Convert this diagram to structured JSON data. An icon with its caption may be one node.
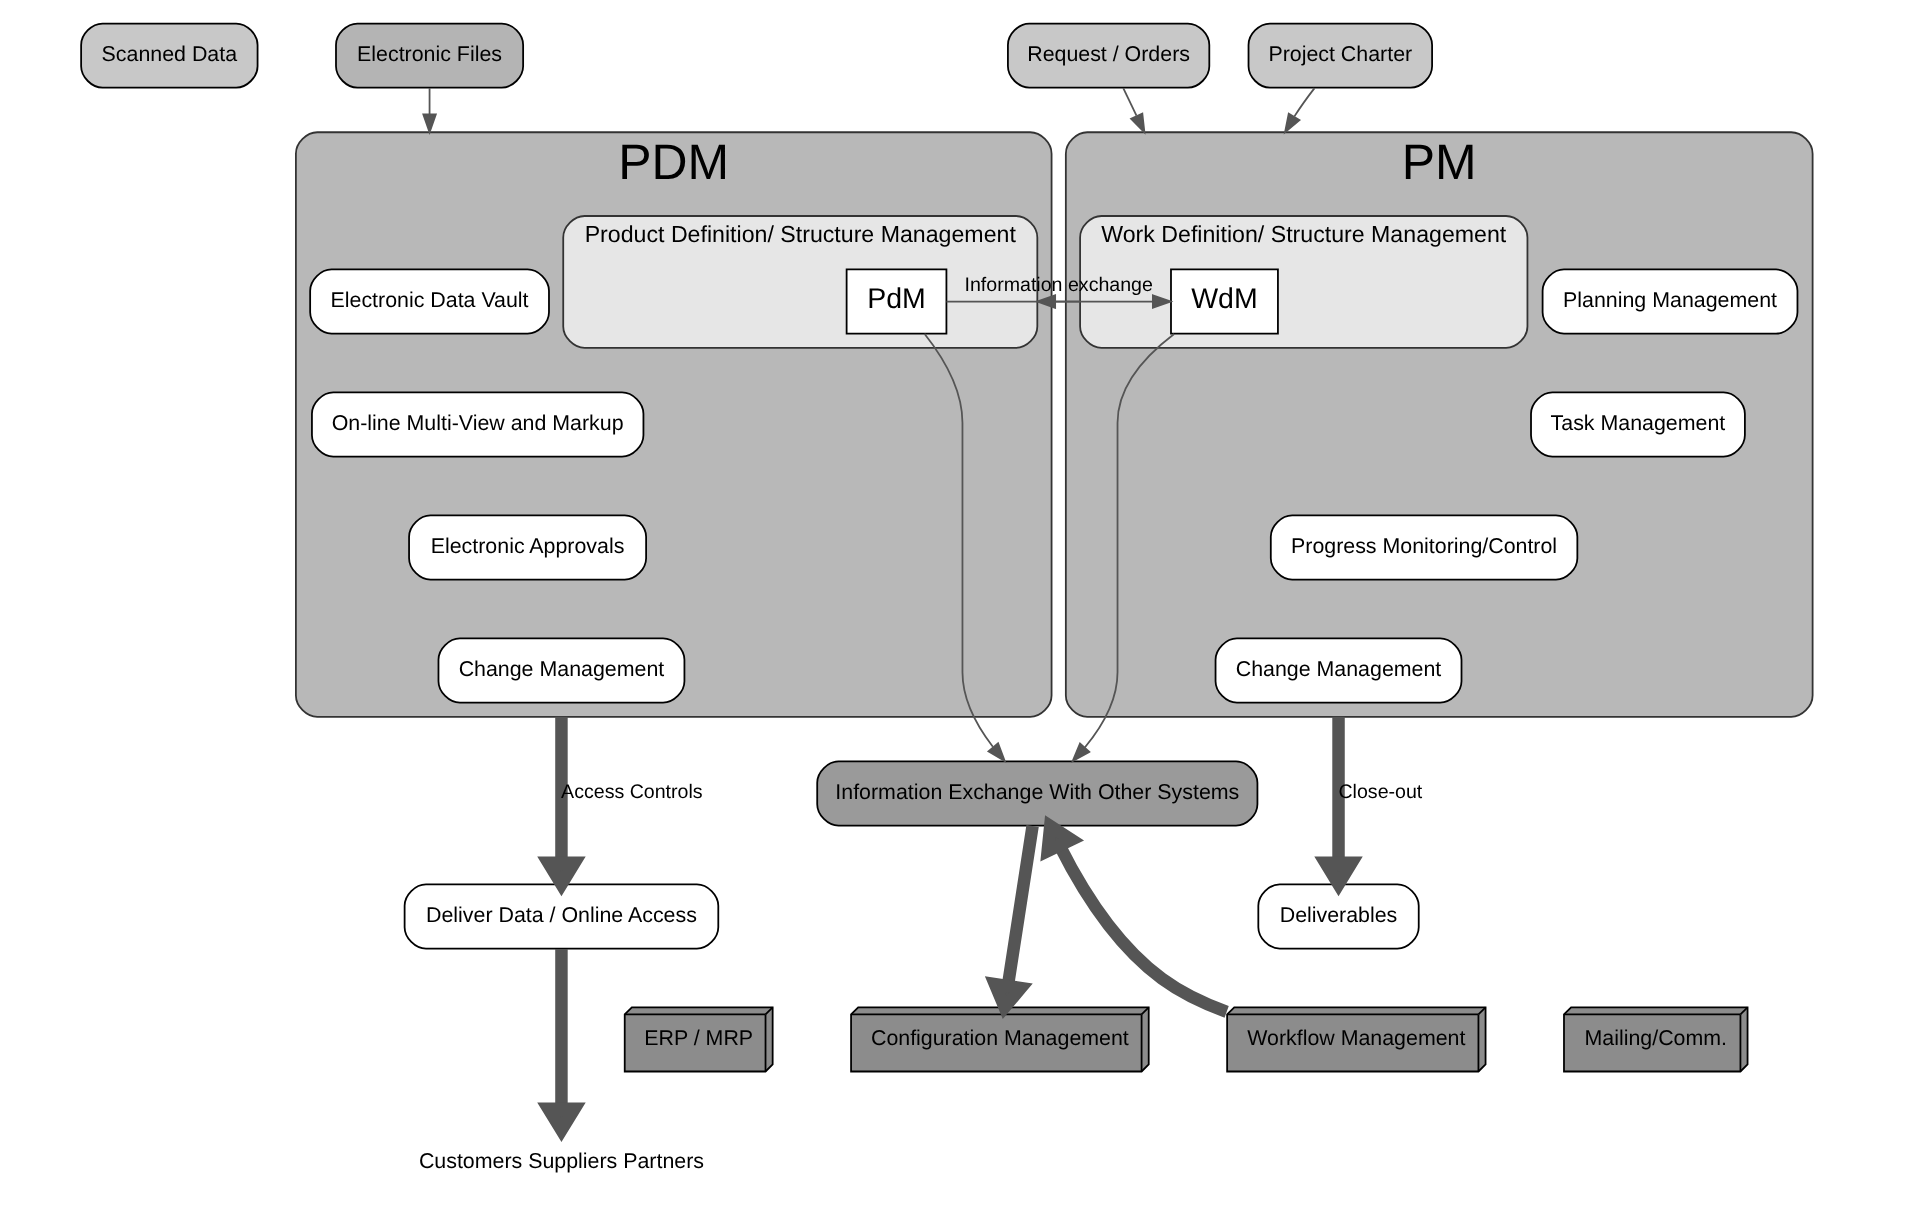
{
  "diagram": {
    "nodes": [
      {
        "text": [
          "Scanned Data"
        ]
      },
      {
        "text": [
          "Electronic Files"
        ]
      },
      {
        "text": [
          "PDM"
        ]
      },
      {
        "text": [
          "Electronic Data Vault"
        ],
        "in": 2
      },
      {
        "text": [
          "On-line Multi-View and Markup"
        ],
        "in": 2
      },
      {
        "text": [
          "Electronic Approvals"
        ],
        "in": 2
      },
      {
        "text": [
          "Change Management"
        ],
        "in": 2
      },
      {
        "text": [
          "Product Definition/ Structure Management"
        ],
        "in": 2
      },
      {
        "text": [
          "PdM"
        ],
        "in": 7
      },
      {
        "text": [
          "PM"
        ]
      },
      {
        "text": [
          "Work Definition/ Structure Management"
        ],
        "in": 9
      },
      {
        "text": [
          "WdM"
        ],
        "in": 10
      },
      {
        "text": [
          "Planning Management"
        ],
        "in": 9
      },
      {
        "text": [
          "Task Management"
        ],
        "in": 9
      },
      {
        "text": [
          "Progress Monitoring/Control"
        ],
        "in": 9
      },
      {
        "text": [
          "Change Management"
        ],
        "in": 9
      },
      {
        "text": [
          "Project Charter"
        ]
      },
      {
        "text": [
          "Request / Orders"
        ]
      },
      {
        "text": [
          "Deliver Data / Online Access"
        ]
      },
      {
        "text": [
          "Information Exchange With Other Systems"
        ]
      },
      {
        "text": [
          "Deliverables"
        ]
      },
      {
        "text": [
          "Customers Suppliers Partners"
        ]
      },
      {
        "text": [
          "ERP / MRP"
        ]
      },
      {
        "text": [
          "Configuration Management"
        ]
      },
      {
        "text": [
          "Workflow Management"
        ]
      },
      {
        "text": [
          "Mailing/Comm."
        ]
      }
    ],
    "edges": [
      {
        "from": 1,
        "to": 2,
        "arrow": "to"
      },
      {
        "from": 16,
        "to": 9,
        "arrow": "to"
      },
      {
        "from": 17,
        "to": 9,
        "arrow": "to"
      },
      {
        "from": 10,
        "to": 7,
        "arrow": "to",
        "label": "Information exchange"
      },
      {
        "from": 8,
        "to": 11,
        "arrow": "to"
      },
      {
        "from": 2,
        "to": 18,
        "arrow": "to",
        "label": "Access Controls",
        "style": "thick"
      },
      {
        "from": 9,
        "to": 20,
        "arrow": "to",
        "label": "Close-out",
        "style": "thick"
      },
      {
        "from": 8,
        "to": 19,
        "arrow": "to"
      },
      {
        "from": 11,
        "to": 19,
        "arrow": "to"
      },
      {
        "from": 18,
        "to": 21,
        "arrow": "to",
        "style": "thick"
      },
      {
        "from": 19,
        "to": 23,
        "arrow": "to",
        "style": "thick"
      },
      {
        "from": 24,
        "to": 19,
        "arrow": "to",
        "style": "thick"
      }
    ]
  }
}
